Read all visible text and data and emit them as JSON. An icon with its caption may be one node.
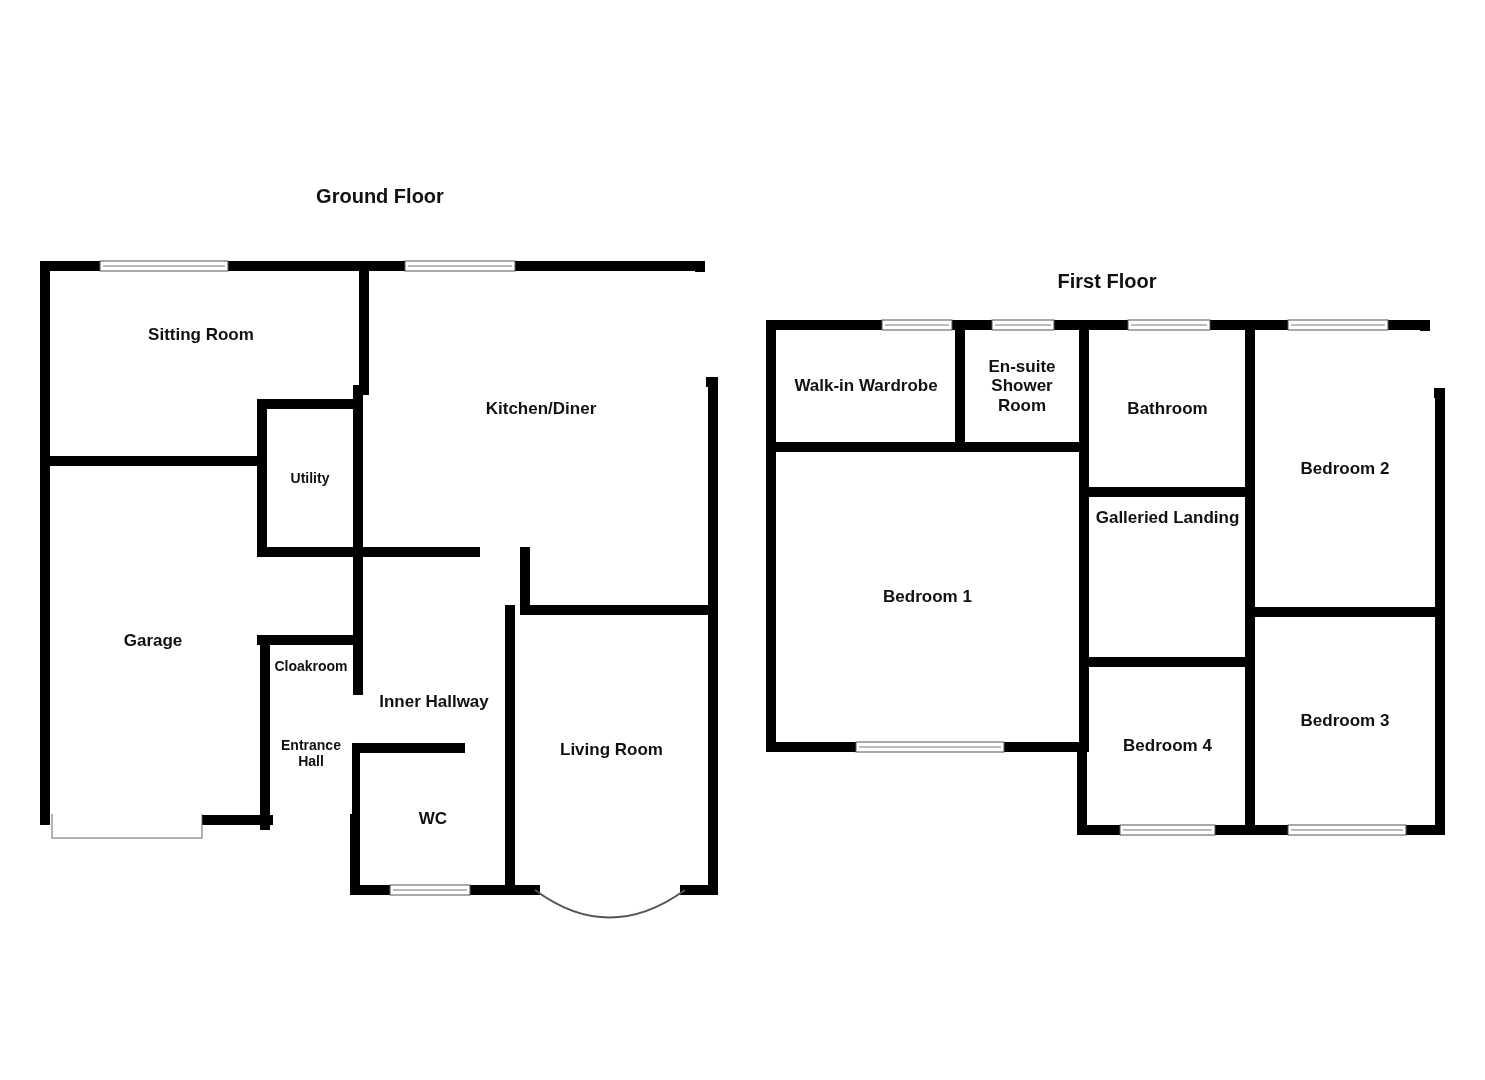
{
  "diagram": {
    "nodes": [
      {
        "text": [
          "Ground Floor"
        ]
      },
      {
        "text": [
          "Sitting Room"
        ],
        "in": 0
      },
      {
        "text": [
          "Kitchen/Diner"
        ],
        "in": 0
      },
      {
        "text": [
          "Utility"
        ],
        "in": 0
      },
      {
        "text": [
          "Garage"
        ],
        "in": 0
      },
      {
        "text": [
          "Cloakroom"
        ],
        "in": 0
      },
      {
        "text": [
          "Inner Hallway"
        ],
        "in": 0
      },
      {
        "text": [
          "Living Room"
        ],
        "in": 0
      },
      {
        "text": [
          "Entrance Hall"
        ],
        "in": 0
      },
      {
        "text": [
          "WC"
        ],
        "in": 0
      },
      {
        "text": [
          "First Floor"
        ]
      },
      {
        "text": [
          "Walk-in Wardrobe"
        ],
        "in": 10
      },
      {
        "text": [
          "En-suite Shower Room"
        ],
        "in": 10
      },
      {
        "text": [
          "Bathroom"
        ],
        "in": 10
      },
      {
        "text": [
          "Bedroom 2"
        ],
        "in": 10
      },
      {
        "text": [
          "Galleried Landing"
        ],
        "in": 10
      },
      {
        "text": [
          "Bedroom 1"
        ],
        "in": 10
      },
      {
        "text": [
          "Bedroom 3"
        ],
        "in": 10
      },
      {
        "text": [
          "Bedroom 4"
        ],
        "in": 10
      }
    ]
  }
}
